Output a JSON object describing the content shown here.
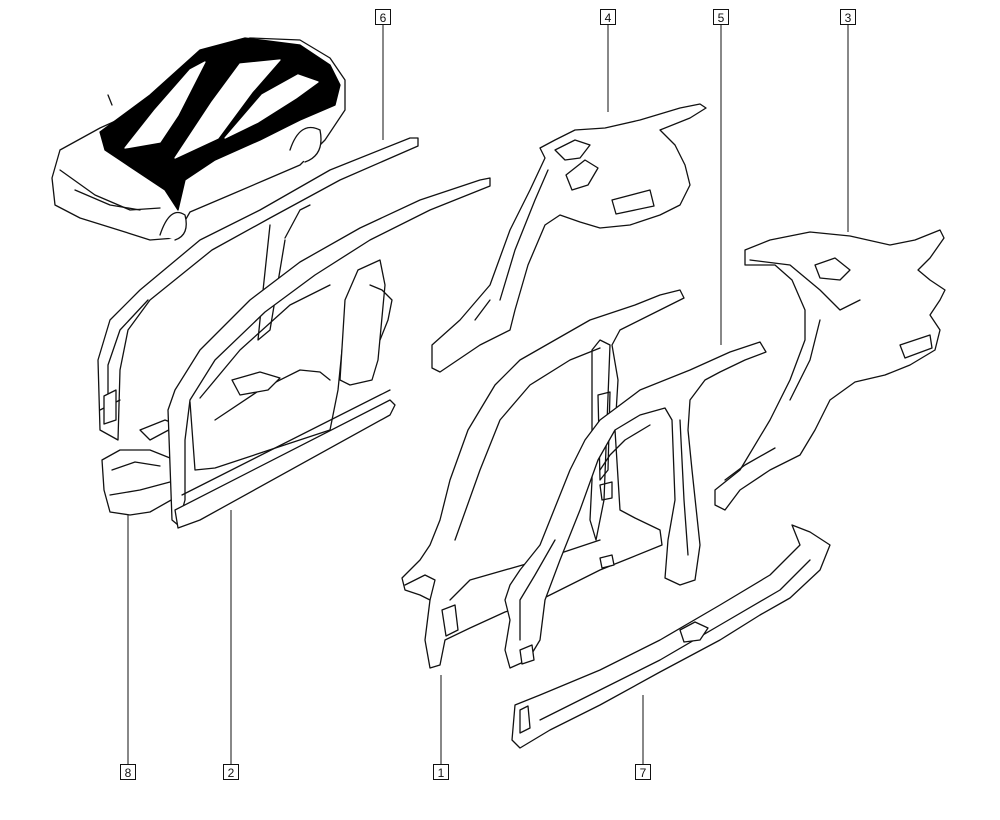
{
  "diagram": {
    "callouts": [
      {
        "id": "callout-1",
        "label": "1"
      },
      {
        "id": "callout-2",
        "label": "2"
      },
      {
        "id": "callout-3",
        "label": "3"
      },
      {
        "id": "callout-4",
        "label": "4"
      },
      {
        "id": "callout-5",
        "label": "5"
      },
      {
        "id": "callout-6",
        "label": "6"
      },
      {
        "id": "callout-7",
        "label": "7"
      },
      {
        "id": "callout-8",
        "label": "8"
      }
    ],
    "colors": {
      "line": "#111111",
      "fill": "#ffffff",
      "highlight": "#000000"
    }
  }
}
